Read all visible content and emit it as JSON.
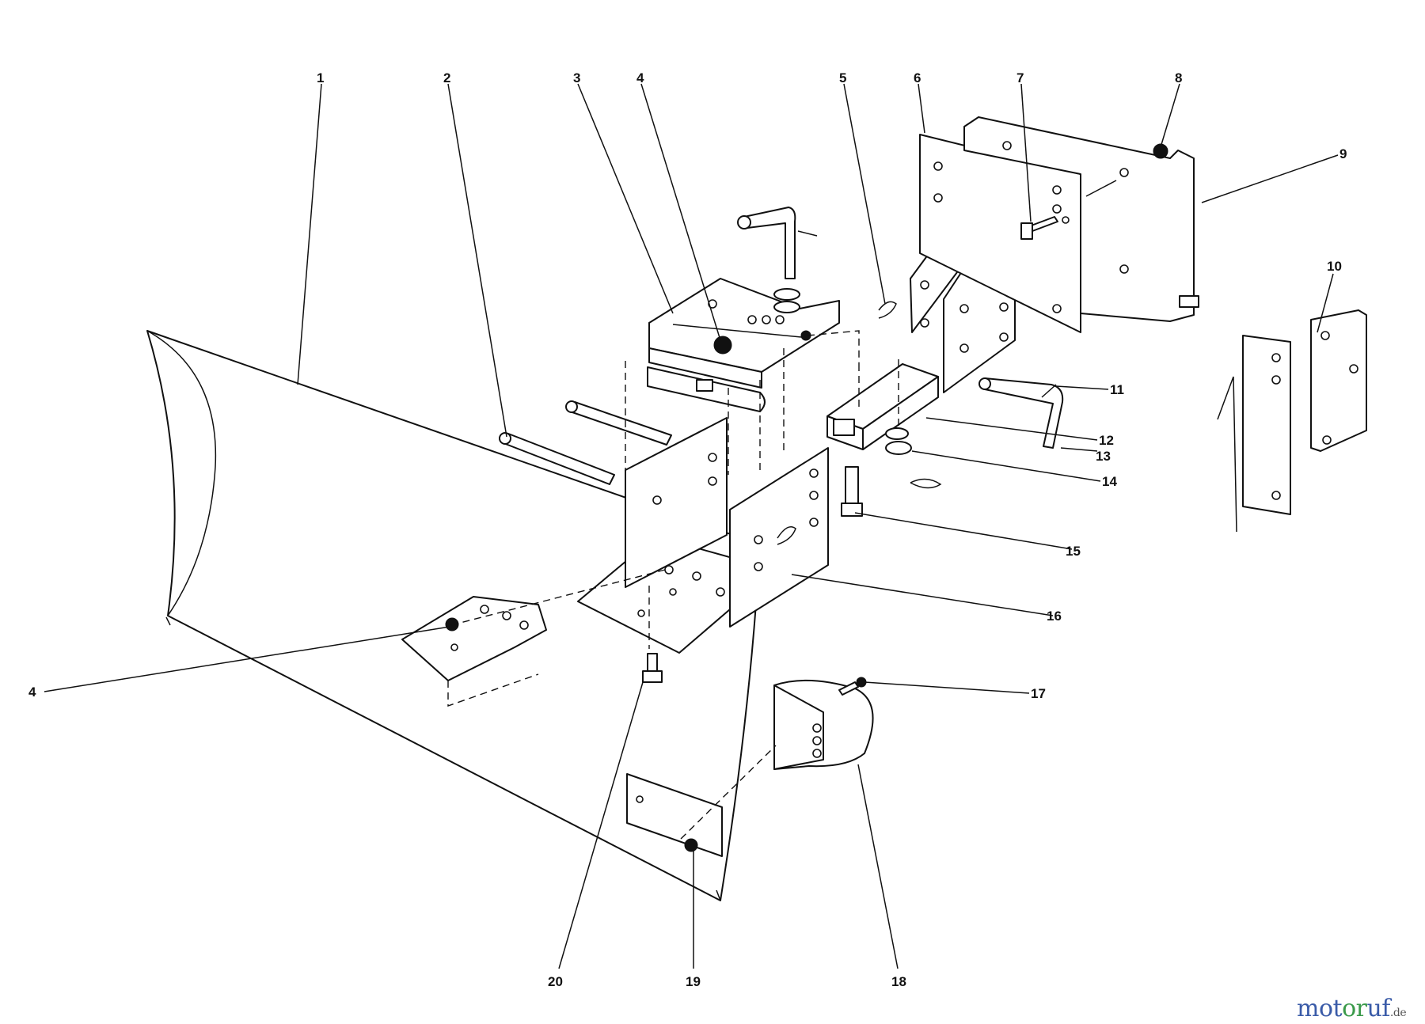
{
  "callouts": [
    "1",
    "2",
    "3",
    "4",
    "5",
    "6",
    "7",
    "8",
    "9",
    "10",
    "11",
    "12",
    "13",
    "14",
    "15",
    "16",
    "17",
    "18",
    "19",
    "20"
  ],
  "callout_4_repeat": "4",
  "watermark": {
    "part1": "mot",
    "part2": "or",
    "part3": "uf",
    "tld": ".de"
  }
}
